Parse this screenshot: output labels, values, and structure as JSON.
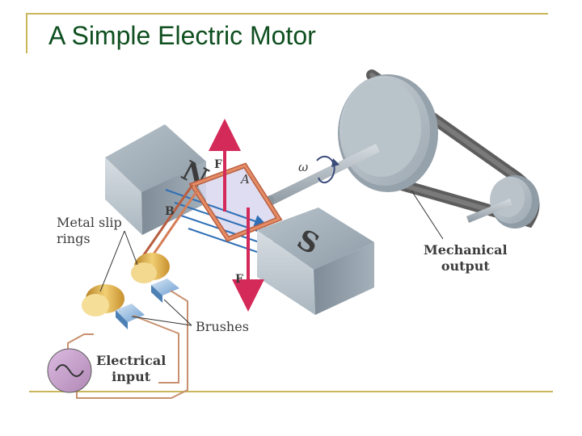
{
  "page": {
    "title": "A Simple Electric Motor"
  },
  "diagram": {
    "labels": {
      "slip_rings": "Metal slip\nrings",
      "brushes": "Brushes",
      "electrical_input": "Electrical\ninput",
      "mechanical_output": "Mechanical\noutput",
      "magnet_north": "N",
      "magnet_south": "S",
      "force_top": "F",
      "force_bottom": "F",
      "field": "B",
      "area": "A",
      "omega": "ω"
    }
  },
  "colors": {
    "title": "#0f4f20",
    "frame": "#c9b65a",
    "magnet": "#9aa7b2",
    "coil": "#cf7a55",
    "field_line": "#2e6fb6",
    "force_arrow": "#d42a5a",
    "pulley": "#a9b4bd",
    "belt": "#5f5f5f",
    "slip_ring": "#d9a63c",
    "ac_source": "#c59ac9"
  }
}
